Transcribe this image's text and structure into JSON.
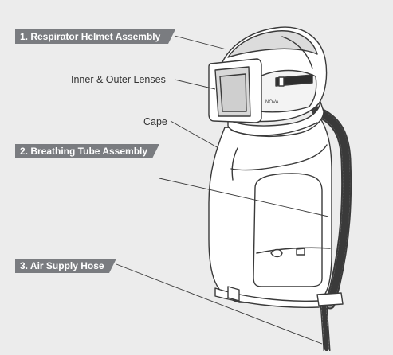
{
  "labels": {
    "helmet": "1. Respirator Helmet Assembly",
    "lenses": "Inner & Outer Lenses",
    "cape": "Cape",
    "tube": "2. Breathing Tube Assembly",
    "hose": "3. Air Supply Hose"
  },
  "helmet_brand_text": "NOVA",
  "colors": {
    "background": "#ececec",
    "label_tag": "#7a7c80",
    "line_art": "#3a3a3a",
    "surface": "#ffffff"
  }
}
